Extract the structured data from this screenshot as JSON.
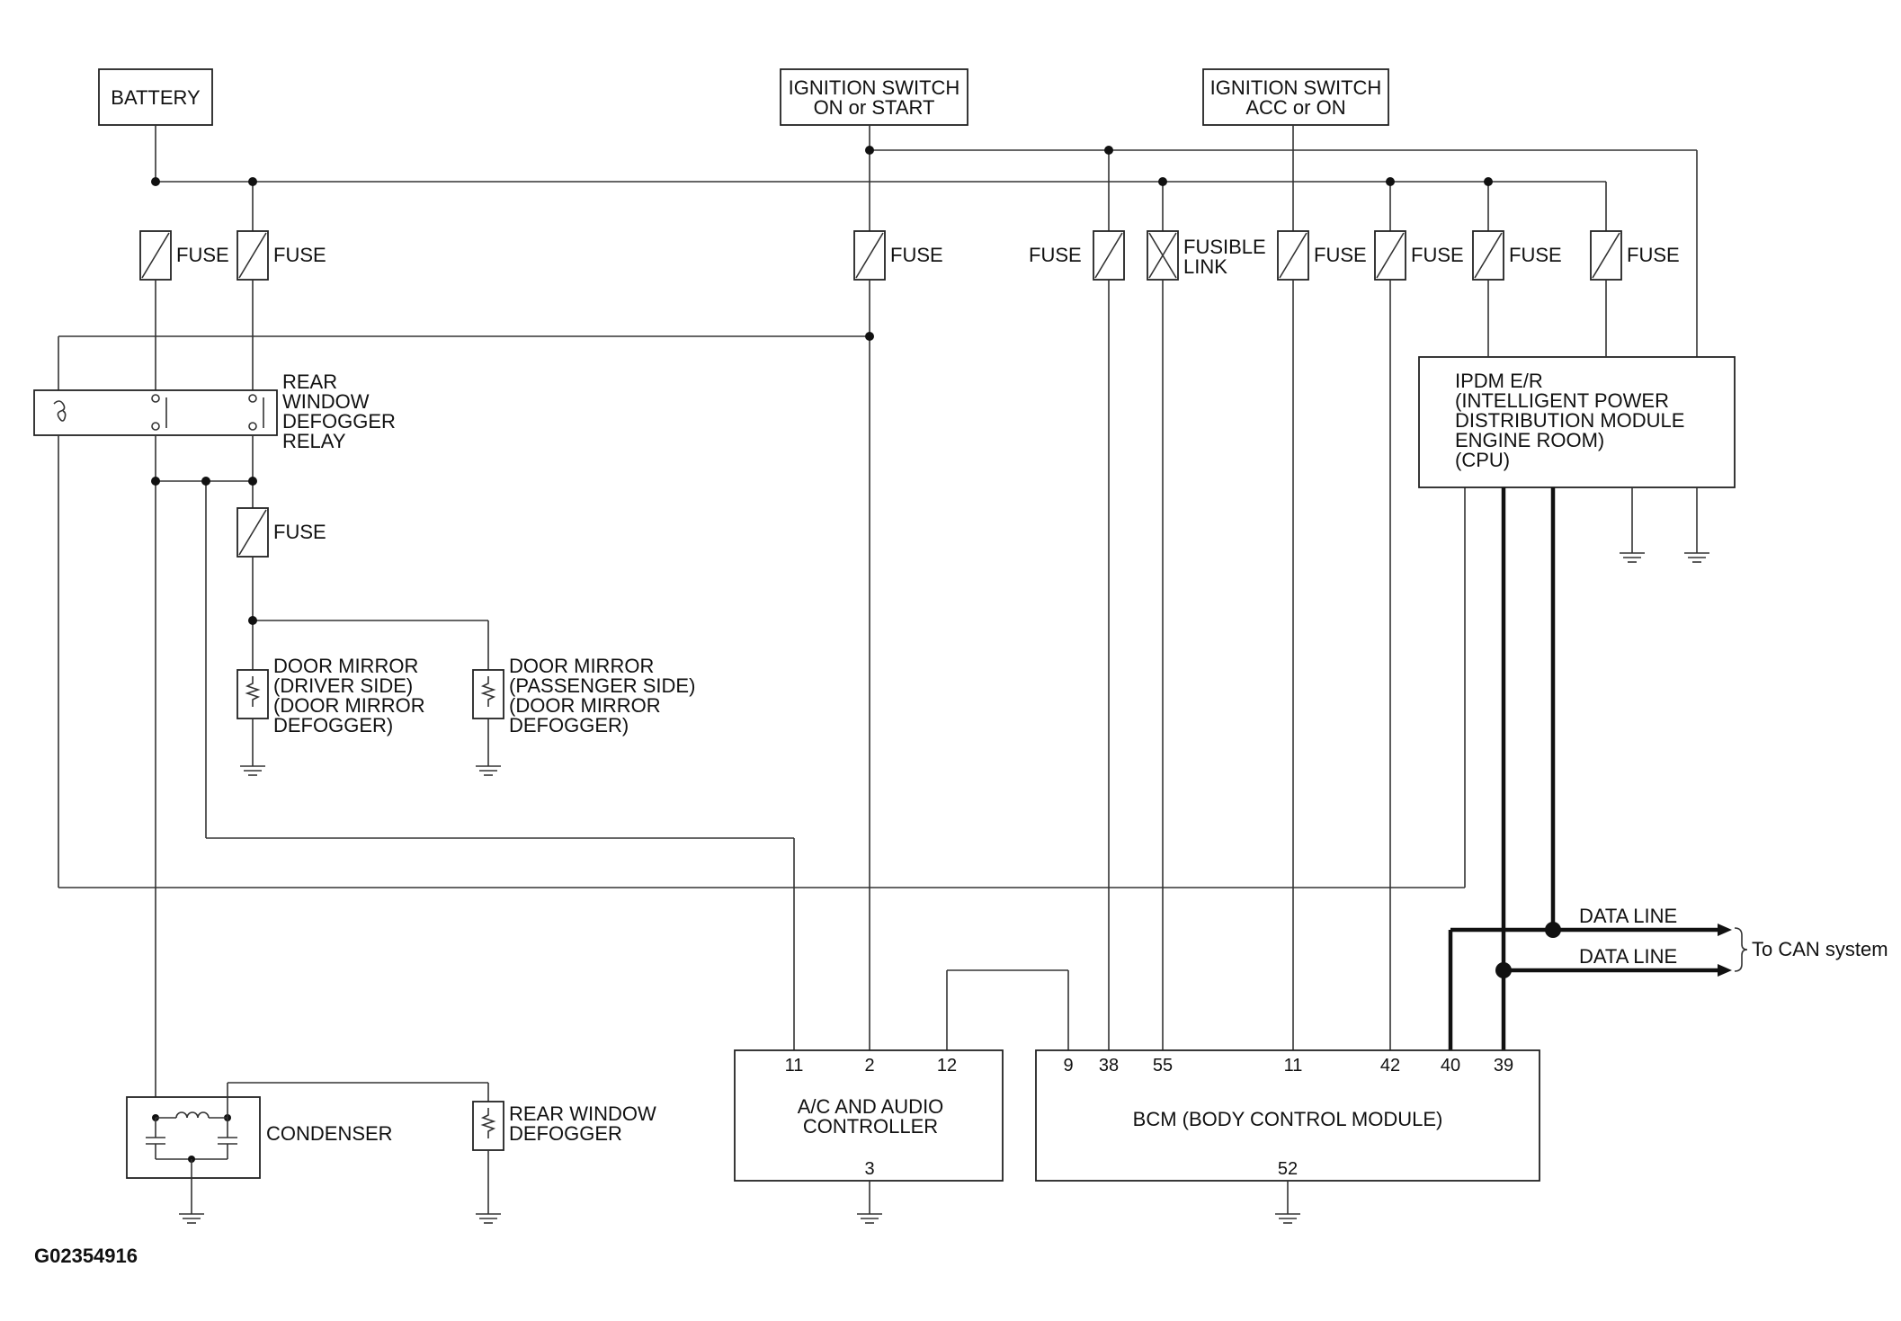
{
  "sources": {
    "battery": "BATTERY",
    "ign_on_start": [
      "IGNITION SWITCH",
      "ON or START"
    ],
    "ign_acc_on": [
      "IGNITION SWITCH",
      "ACC or ON"
    ]
  },
  "fuse_label": "FUSE",
  "fusible_link": [
    "FUSIBLE",
    "LINK"
  ],
  "relay": [
    "REAR",
    "WINDOW",
    "DEFOGGER",
    "RELAY"
  ],
  "ipdm": [
    "IPDM E/R",
    "(INTELLIGENT POWER",
    " DISTRIBUTION MODULE",
    " ENGINE ROOM)",
    "(CPU)"
  ],
  "mirror_driver": [
    "DOOR MIRROR",
    "(DRIVER SIDE)",
    "(DOOR MIRROR",
    " DEFOGGER)"
  ],
  "mirror_passenger": [
    "DOOR MIRROR",
    "(PASSENGER SIDE)",
    "(DOOR MIRROR",
    " DEFOGGER)"
  ],
  "condenser": "CONDENSER",
  "rear_defogger": [
    "REAR WINDOW",
    "DEFOGGER"
  ],
  "ac_controller": {
    "name": [
      "A/C AND AUDIO",
      "CONTROLLER"
    ],
    "pins_top": [
      "11",
      "2",
      "12"
    ],
    "pin_bottom": "3"
  },
  "bcm": {
    "name": "BCM (BODY CONTROL MODULE)",
    "pins_top": [
      "9",
      "38",
      "55",
      "11",
      "42",
      "40",
      "39"
    ],
    "pin_bottom": "52"
  },
  "data_line": "DATA LINE",
  "can_system": "To CAN system",
  "figure_id": "G02354916"
}
